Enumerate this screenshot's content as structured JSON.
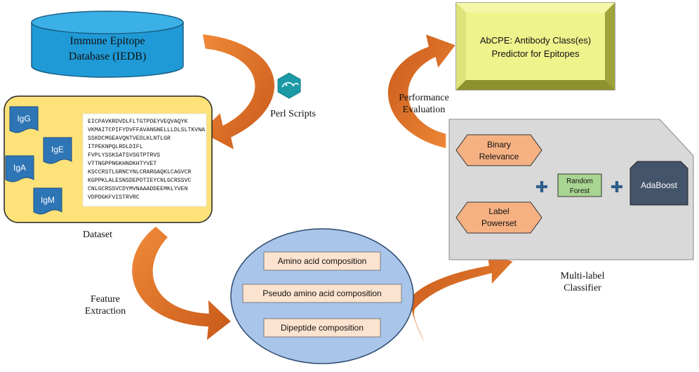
{
  "iedb": {
    "line1": "Immune Epitope",
    "line2": "Database (IEDB)"
  },
  "perl": {
    "label": "Perl Scripts"
  },
  "dataset": {
    "label": "Dataset",
    "antibodies": [
      "IgG",
      "IgE",
      "IgA",
      "IgM"
    ],
    "sequences": [
      "EICPAVKRDVDLFLTGTPDEYVEQVAQYK",
      "VKMAITCPIFYDVFFAVANGNELLLDLSLTKVNA",
      "SSKDCMGEAVQNTVEDLKLNTLGR",
      "ITPEKNPQLRDLDIFL",
      "FVPLYSSKSATSVSGTPTRVS",
      "VTTNGPPNGKHNDKHTYVET",
      "KSCCRSTLGRNCYNLCRARGAQKLCAGVCR",
      "KGPPKLALESNSDEPDTIEYCNLGCRSSVC",
      "CNLGCRSSVCDYMVNAAADDEEMKLYVEN",
      "VDPDGKFVISTRVRC"
    ]
  },
  "feature": {
    "line1": "Feature",
    "line2": "Extraction"
  },
  "compositions": [
    "Amino acid composition",
    "Pseudo amino acid composition",
    "Dipeptide composition"
  ],
  "classifier": {
    "label_line1": "Multi-label",
    "label_line2": "Classifier",
    "binary": {
      "line1": "Binary",
      "line2": "Relevance"
    },
    "powerset": {
      "line1": "Label",
      "line2": "Powerset"
    },
    "forest": {
      "line1": "Random",
      "line2": "Forest"
    },
    "adaboost": "AdaBoost",
    "plus": "✚"
  },
  "performance": {
    "line1": "Performance",
    "line2": "Evaluation"
  },
  "abcpe": {
    "line1": "AbCPE: Antibody Class(es)",
    "line2": "Predictor for Epitopes"
  },
  "colors": {
    "arrow": "#e8782a",
    "iedb": "#1f9ad6",
    "dataset_bg": "#fde27a",
    "circle": "#a9c5ea",
    "composition": "#fbe3d0",
    "classifier_bg": "#d9d9d9",
    "hexagon": "#f6b183",
    "forest": "#a8d592",
    "adaboost": "#44546a",
    "abcpe": "#eef38c",
    "plus": "#2f5d8a",
    "antibody": "#2e75b6"
  }
}
